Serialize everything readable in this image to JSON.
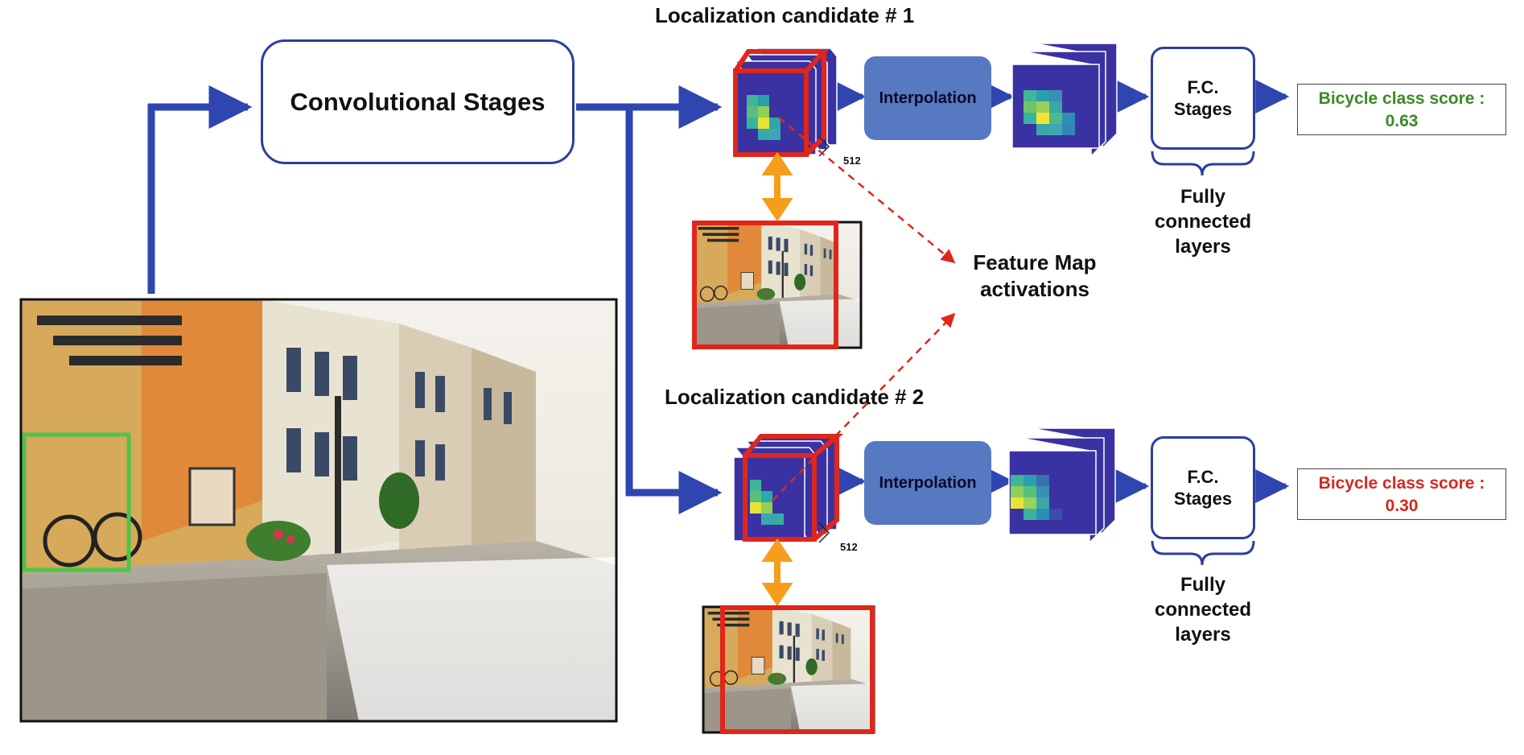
{
  "diagram": {
    "stages": {
      "conv_label": "Convolutional Stages",
      "interpolation_label": "Interpolation",
      "fc_label": "F.C.\nStages",
      "fc_caption": "Fully\nconnected\nlayers",
      "depth_label": "512"
    },
    "feature_map_label": "Feature Map\nactivations",
    "candidates": [
      {
        "title": "Localization candidate # 1",
        "score_line1": "Bicycle class score :",
        "score_value": "0.63",
        "score_color": "#3a8a25"
      },
      {
        "title": "Localization candidate # 2",
        "score_line1": "Bicycle class score :",
        "score_value": "0.30",
        "score_color": "#d42a1e"
      }
    ],
    "colors": {
      "arrow_blue": "#2f45b0",
      "box_border": "#2c3ea0",
      "interp_fill": "#5679c2",
      "cube_face": "#3a32a2",
      "highlight_red": "#e0261b",
      "detection_green": "#4cc44a",
      "link_orange": "#f59e1b"
    }
  }
}
